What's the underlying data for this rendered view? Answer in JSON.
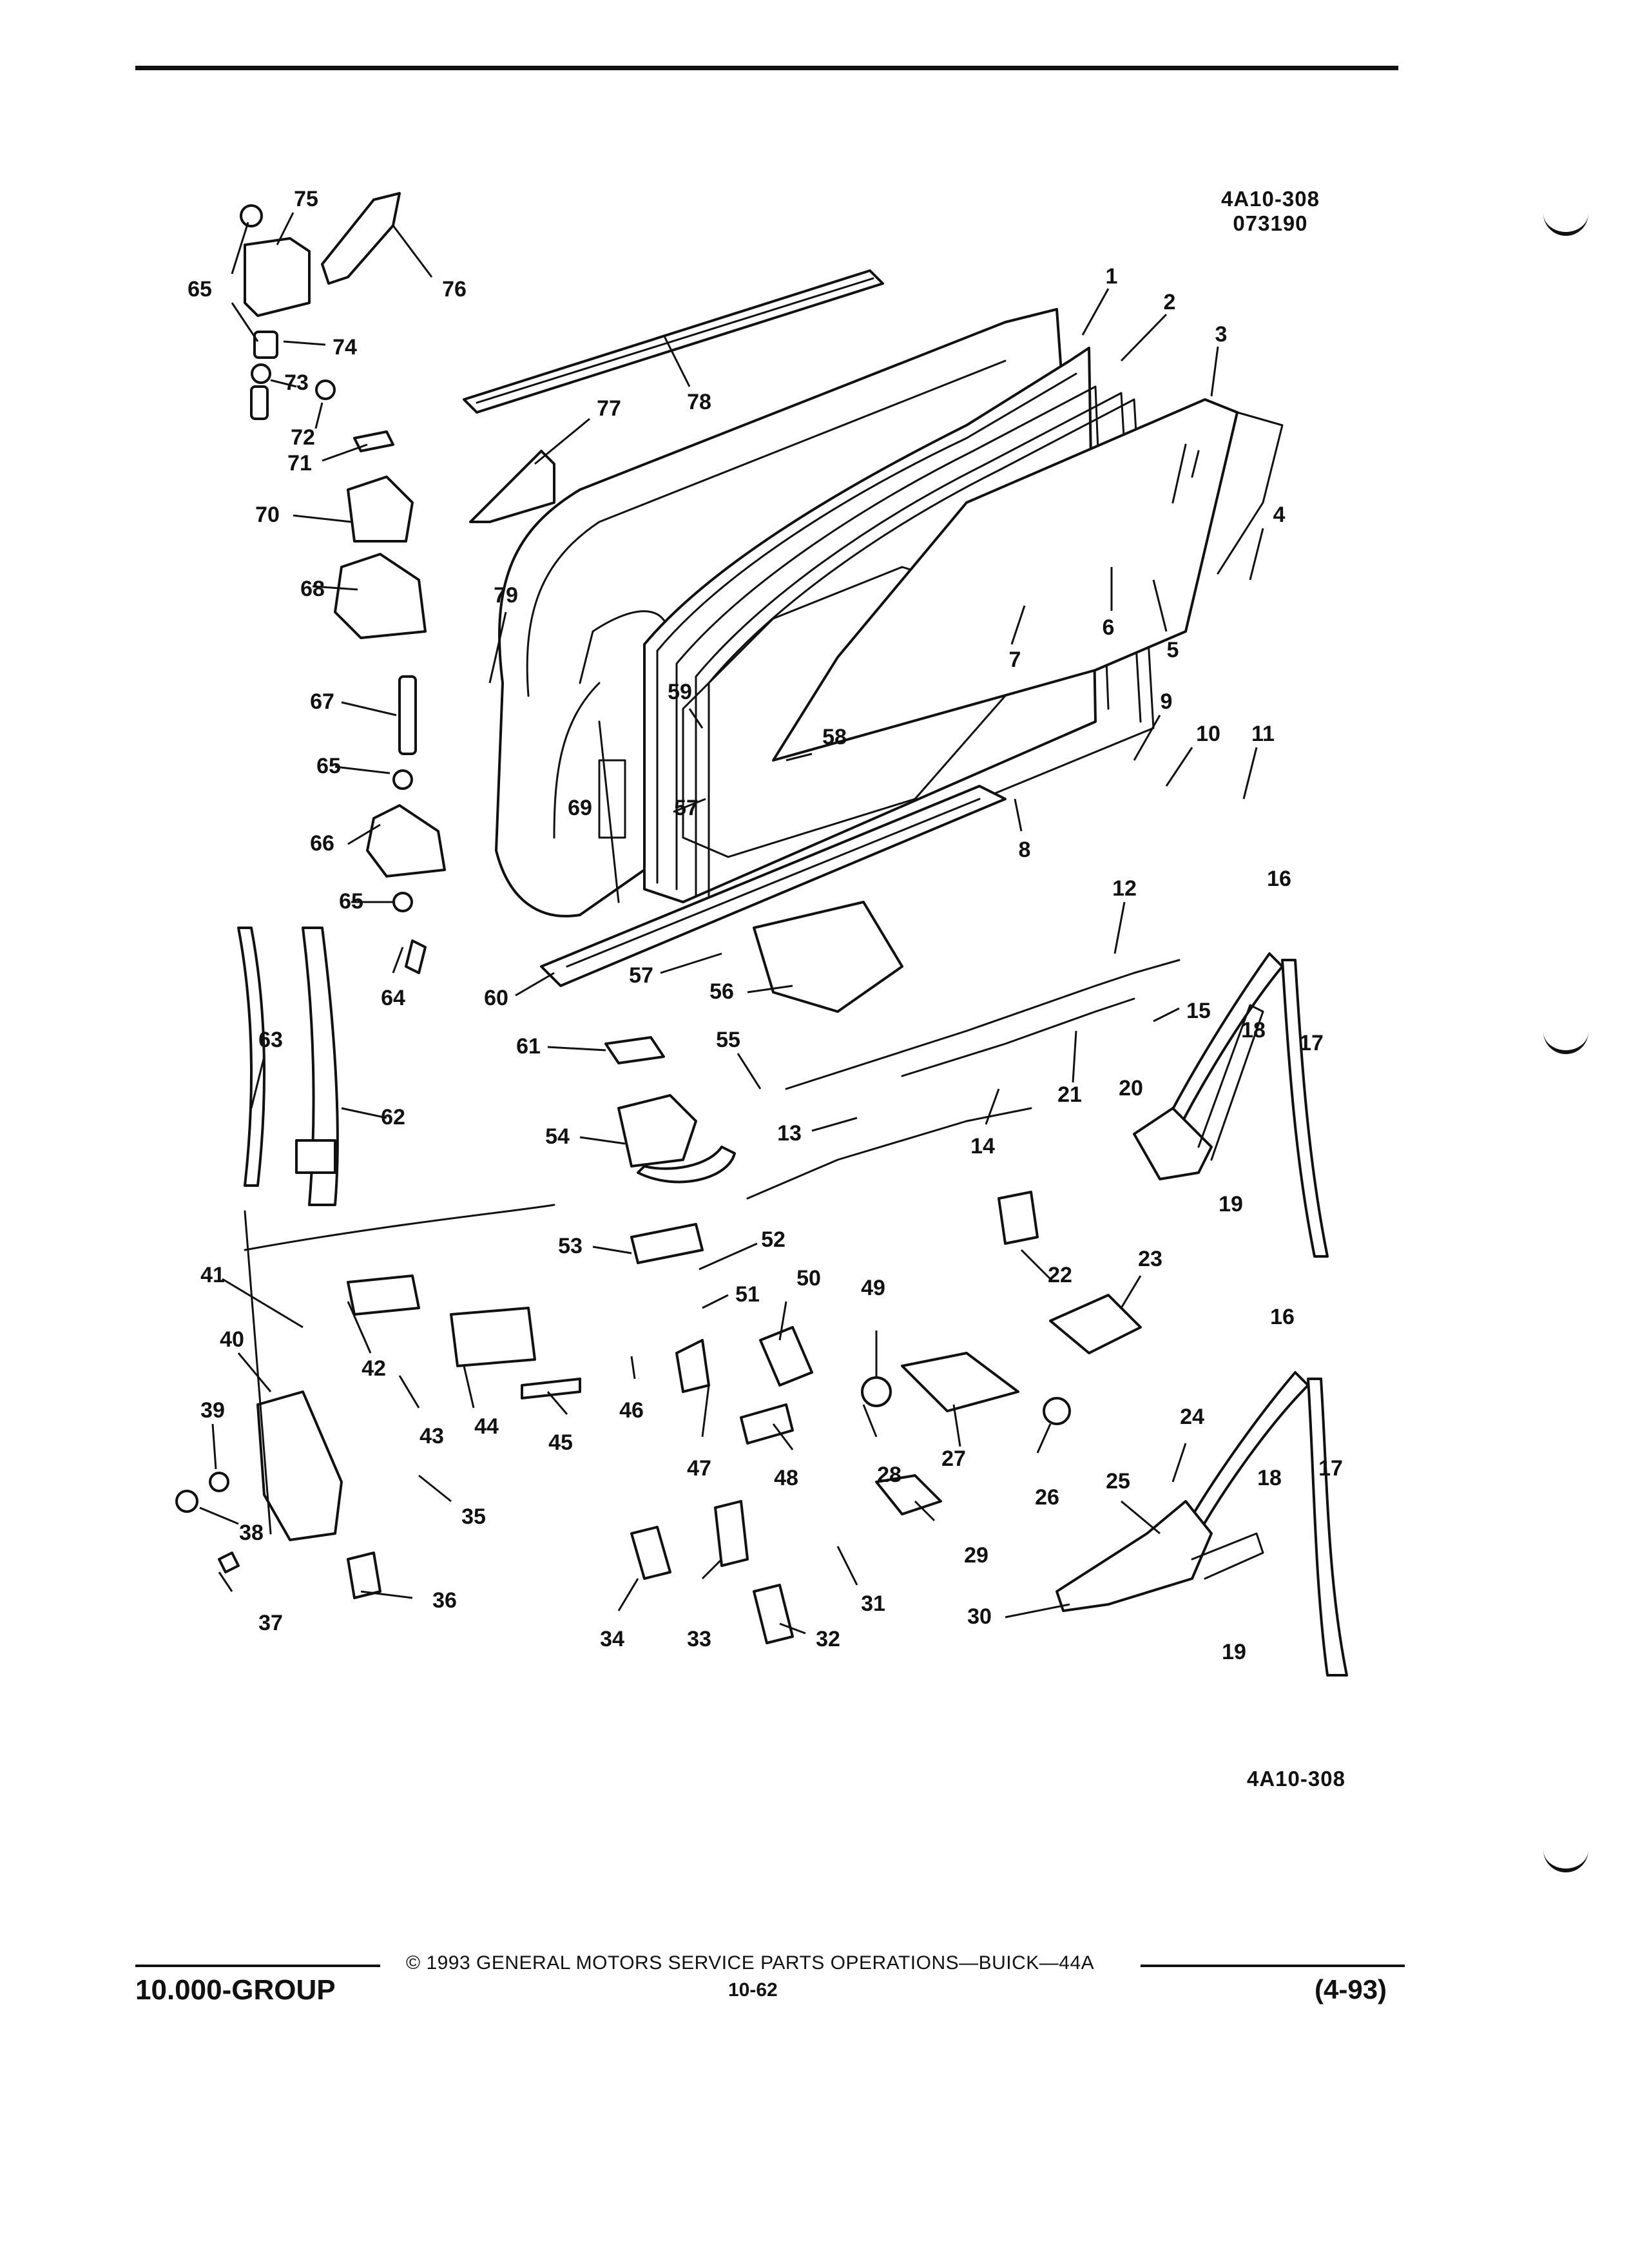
{
  "header": {
    "ref_code_line1": "4A10-308",
    "ref_code_line2": "073190"
  },
  "figure": {
    "bottom_code": "4A10-308",
    "callouts": [
      {
        "id": "c1",
        "text": "1"
      },
      {
        "id": "c2",
        "text": "2"
      },
      {
        "id": "c3",
        "text": "3"
      },
      {
        "id": "c4",
        "text": "4"
      },
      {
        "id": "c5",
        "text": "5"
      },
      {
        "id": "c6",
        "text": "6"
      },
      {
        "id": "c7",
        "text": "7"
      },
      {
        "id": "c8",
        "text": "8"
      },
      {
        "id": "c9",
        "text": "9"
      },
      {
        "id": "c10",
        "text": "10"
      },
      {
        "id": "c11",
        "text": "11"
      },
      {
        "id": "c12",
        "text": "12"
      },
      {
        "id": "c13",
        "text": "13"
      },
      {
        "id": "c14",
        "text": "14"
      },
      {
        "id": "c15",
        "text": "15"
      },
      {
        "id": "c16a",
        "text": "16"
      },
      {
        "id": "c17a",
        "text": "17"
      },
      {
        "id": "c18a",
        "text": "18"
      },
      {
        "id": "c19a",
        "text": "19"
      },
      {
        "id": "c20",
        "text": "20"
      },
      {
        "id": "c21",
        "text": "21"
      },
      {
        "id": "c22",
        "text": "22"
      },
      {
        "id": "c23",
        "text": "23"
      },
      {
        "id": "c16b",
        "text": "16"
      },
      {
        "id": "c17b",
        "text": "17"
      },
      {
        "id": "c18b",
        "text": "18"
      },
      {
        "id": "c24",
        "text": "24"
      },
      {
        "id": "c25",
        "text": "25"
      },
      {
        "id": "c26",
        "text": "26"
      },
      {
        "id": "c27",
        "text": "27"
      },
      {
        "id": "c19b",
        "text": "19"
      },
      {
        "id": "c28",
        "text": "28"
      },
      {
        "id": "c29",
        "text": "29"
      },
      {
        "id": "c30",
        "text": "30"
      },
      {
        "id": "c31",
        "text": "31"
      },
      {
        "id": "c32",
        "text": "32"
      },
      {
        "id": "c33",
        "text": "33"
      },
      {
        "id": "c34",
        "text": "34"
      },
      {
        "id": "c35",
        "text": "35"
      },
      {
        "id": "c36",
        "text": "36"
      },
      {
        "id": "c37",
        "text": "37"
      },
      {
        "id": "c38",
        "text": "38"
      },
      {
        "id": "c39",
        "text": "39"
      },
      {
        "id": "c40",
        "text": "40"
      },
      {
        "id": "c41",
        "text": "41"
      },
      {
        "id": "c42",
        "text": "42"
      },
      {
        "id": "c43",
        "text": "43"
      },
      {
        "id": "c44",
        "text": "44"
      },
      {
        "id": "c45",
        "text": "45"
      },
      {
        "id": "c46",
        "text": "46"
      },
      {
        "id": "c47",
        "text": "47"
      },
      {
        "id": "c48",
        "text": "48"
      },
      {
        "id": "c49",
        "text": "49"
      },
      {
        "id": "c50",
        "text": "50"
      },
      {
        "id": "c51",
        "text": "51"
      },
      {
        "id": "c52",
        "text": "52"
      },
      {
        "id": "c53",
        "text": "53"
      },
      {
        "id": "c54",
        "text": "54"
      },
      {
        "id": "c55",
        "text": "55"
      },
      {
        "id": "c56",
        "text": "56"
      },
      {
        "id": "c57a",
        "text": "57"
      },
      {
        "id": "c57b",
        "text": "57"
      },
      {
        "id": "c58",
        "text": "58"
      },
      {
        "id": "c59",
        "text": "59"
      },
      {
        "id": "c60",
        "text": "60"
      },
      {
        "id": "c61",
        "text": "61"
      },
      {
        "id": "c62",
        "text": "62"
      },
      {
        "id": "c63",
        "text": "63"
      },
      {
        "id": "c64",
        "text": "64"
      },
      {
        "id": "c65a",
        "text": "65"
      },
      {
        "id": "c65b",
        "text": "65"
      },
      {
        "id": "c65c",
        "text": "65"
      },
      {
        "id": "c66",
        "text": "66"
      },
      {
        "id": "c67",
        "text": "67"
      },
      {
        "id": "c68",
        "text": "68"
      },
      {
        "id": "c69",
        "text": "69"
      },
      {
        "id": "c70",
        "text": "70"
      },
      {
        "id": "c71",
        "text": "71"
      },
      {
        "id": "c72",
        "text": "72"
      },
      {
        "id": "c73",
        "text": "73"
      },
      {
        "id": "c74",
        "text": "74"
      },
      {
        "id": "c75",
        "text": "75"
      },
      {
        "id": "c76",
        "text": "76"
      },
      {
        "id": "c77",
        "text": "77"
      },
      {
        "id": "c78",
        "text": "78"
      },
      {
        "id": "c79",
        "text": "79"
      }
    ]
  },
  "footer": {
    "copyright": "© 1993 GENERAL MOTORS SERVICE PARTS OPERATIONS—BUICK—44A",
    "group": "10.000-GROUP",
    "page": "10-62",
    "date_code": "(4-93)"
  }
}
